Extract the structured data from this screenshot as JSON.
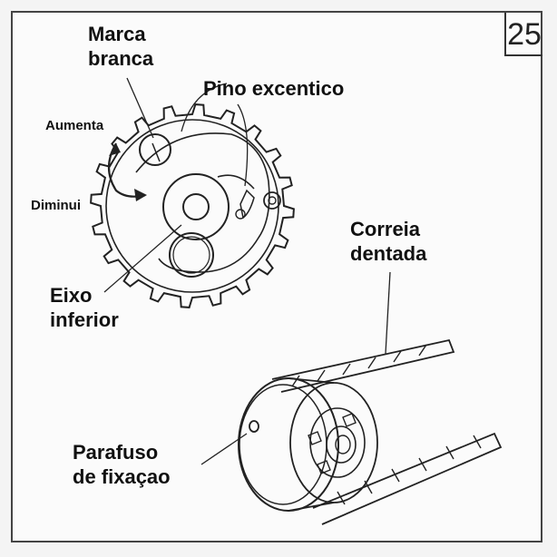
{
  "figure_number": "25",
  "labels": {
    "marca_branca": "Marca\nbranca",
    "pino_excentrico": "Pino excentico",
    "aumenta": "Aumenta",
    "diminui": "Diminui",
    "eixo_inferior": "Eixo\ninferior",
    "correia_dentada": "Correia\ndentada",
    "parafuso_fixacao": "Parafuso\nde fixaçao"
  }
}
